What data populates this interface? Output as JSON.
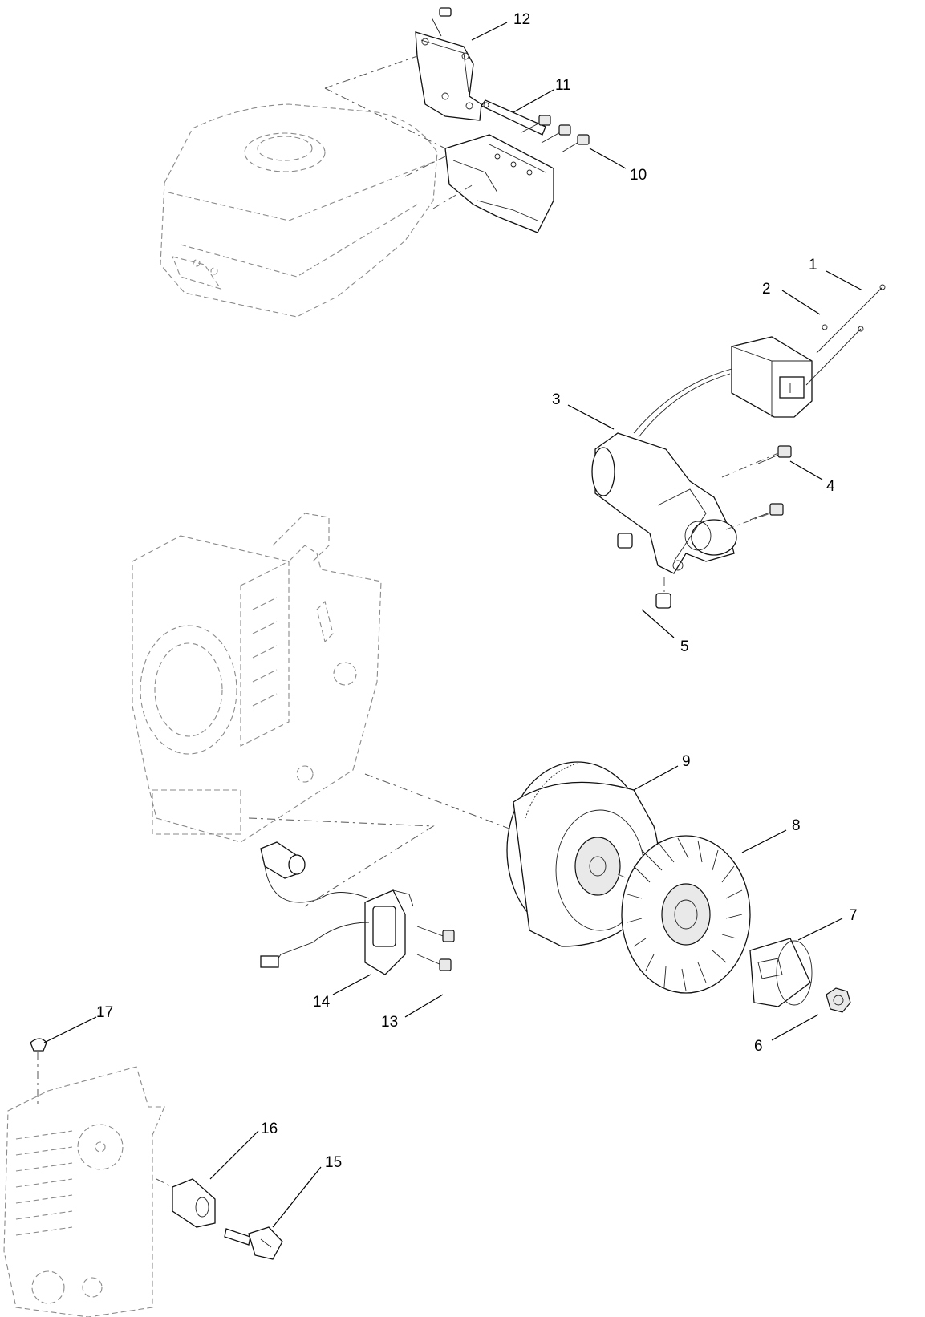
{
  "callouts": [
    {
      "id": "1",
      "label": "1"
    },
    {
      "id": "2",
      "label": "2"
    },
    {
      "id": "3",
      "label": "3"
    },
    {
      "id": "4",
      "label": "4"
    },
    {
      "id": "5",
      "label": "5"
    },
    {
      "id": "6",
      "label": "6"
    },
    {
      "id": "7",
      "label": "7"
    },
    {
      "id": "8",
      "label": "8"
    },
    {
      "id": "9",
      "label": "9"
    },
    {
      "id": "10",
      "label": "10"
    },
    {
      "id": "11",
      "label": "11"
    },
    {
      "id": "12",
      "label": "12"
    },
    {
      "id": "13",
      "label": "13"
    },
    {
      "id": "14",
      "label": "14"
    },
    {
      "id": "15",
      "label": "15"
    },
    {
      "id": "16",
      "label": "16"
    },
    {
      "id": "17",
      "label": "17"
    }
  ],
  "colors": {
    "line": "#111111",
    "ghost": "#8a8a8a",
    "background": "#ffffff"
  }
}
